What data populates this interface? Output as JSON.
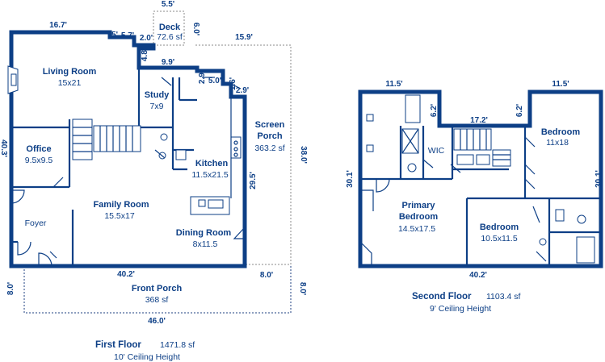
{
  "first_floor": {
    "title": "First Floor",
    "area": "1471.8 sf",
    "ceiling": "10' Ceiling Height",
    "rooms": {
      "living_room": {
        "name": "Living Room",
        "size": "15x21"
      },
      "study": {
        "name": "Study",
        "size": "7x9"
      },
      "office": {
        "name": "Office",
        "size": "9.5x9.5"
      },
      "kitchen": {
        "name": "Kitchen",
        "size": "11.5x21.5"
      },
      "family_room": {
        "name": "Family Room",
        "size": "15.5x17"
      },
      "foyer": {
        "name": "Foyer"
      },
      "dining_room": {
        "name": "Dining Room",
        "size": "8x11.5"
      },
      "deck": {
        "name": "Deck",
        "size": "72.6 sf"
      },
      "screen_porch": {
        "name1": "Screen",
        "name2": "Porch",
        "size": "363.2 sf"
      },
      "front_porch": {
        "name": "Front Porch",
        "size": "368 sf"
      }
    },
    "dims": {
      "top": "16.7'",
      "deck_w": "5.5'",
      "step_a": "5'",
      "step_b": "5.7'",
      "step_c": "2.0'",
      "deck_h": "6.0'",
      "porch_w": "15.9'",
      "left_step": "4.8'",
      "study_w": "9.9'",
      "k_a": "2.9'",
      "k_b": "5.0'",
      "k_c": "1.6'",
      "k_d": "2.9'",
      "left": "40.3'",
      "kitchen_h": "29.5'",
      "porch_h": "38.0'",
      "bottom": "40.2'",
      "front_r": "8.0'",
      "front_left": "8.0'",
      "front_right": "8.0'",
      "front_w": "46.0'"
    }
  },
  "second_floor": {
    "title": "Second Floor",
    "area": "1103.4 sf",
    "ceiling": "9' Ceiling Height",
    "rooms": {
      "wic": {
        "name": "WIC"
      },
      "bedroom_tr": {
        "name": "Bedroom",
        "size": "11x18"
      },
      "primary": {
        "name1": "Primary",
        "name2": "Bedroom",
        "size": "14.5x17.5"
      },
      "bedroom_b": {
        "name": "Bedroom",
        "size": "10.5x11.5"
      }
    },
    "dims": {
      "top_l": "11.5'",
      "top_r": "11.5'",
      "mid": "17.2'",
      "step_l": "6.2'",
      "step_r": "6.2'",
      "left": "30.1'",
      "right": "30.1'",
      "bottom": "40.2'"
    }
  }
}
